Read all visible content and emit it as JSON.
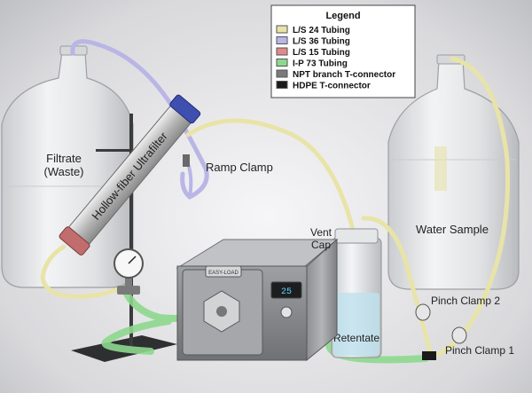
{
  "legend": {
    "title": "Legend",
    "items": [
      {
        "label": "L/S 24 Tubing",
        "color": "#e8e4a8"
      },
      {
        "label": "L/S 36 Tubing",
        "color": "#b9b6e6"
      },
      {
        "label": "L/S 15 Tubing",
        "color": "#e08a8a"
      },
      {
        "label": "I-P 73 Tubing",
        "color": "#8ed88e"
      },
      {
        "label": "NPT branch T-connector",
        "color": "#7a7a7a"
      },
      {
        "label": "HDPE T-connector",
        "color": "#1a1a1a"
      }
    ]
  },
  "labels": {
    "filtrate": "Filtrate",
    "waste": "(Waste)",
    "ultrafilter": "Hollow-fiber Ultrafilter",
    "ramp_clamp": "Ramp Clamp",
    "vent_cap_1": "Vent",
    "vent_cap_2": "Cap",
    "water_sample": "Water Sample",
    "retentate": "Retentate",
    "pinch_clamp_1": "Pinch Clamp 1",
    "pinch_clamp_2": "Pinch Clamp 2",
    "pump_brand": "EASY-LOAD",
    "pump_display": "25"
  }
}
